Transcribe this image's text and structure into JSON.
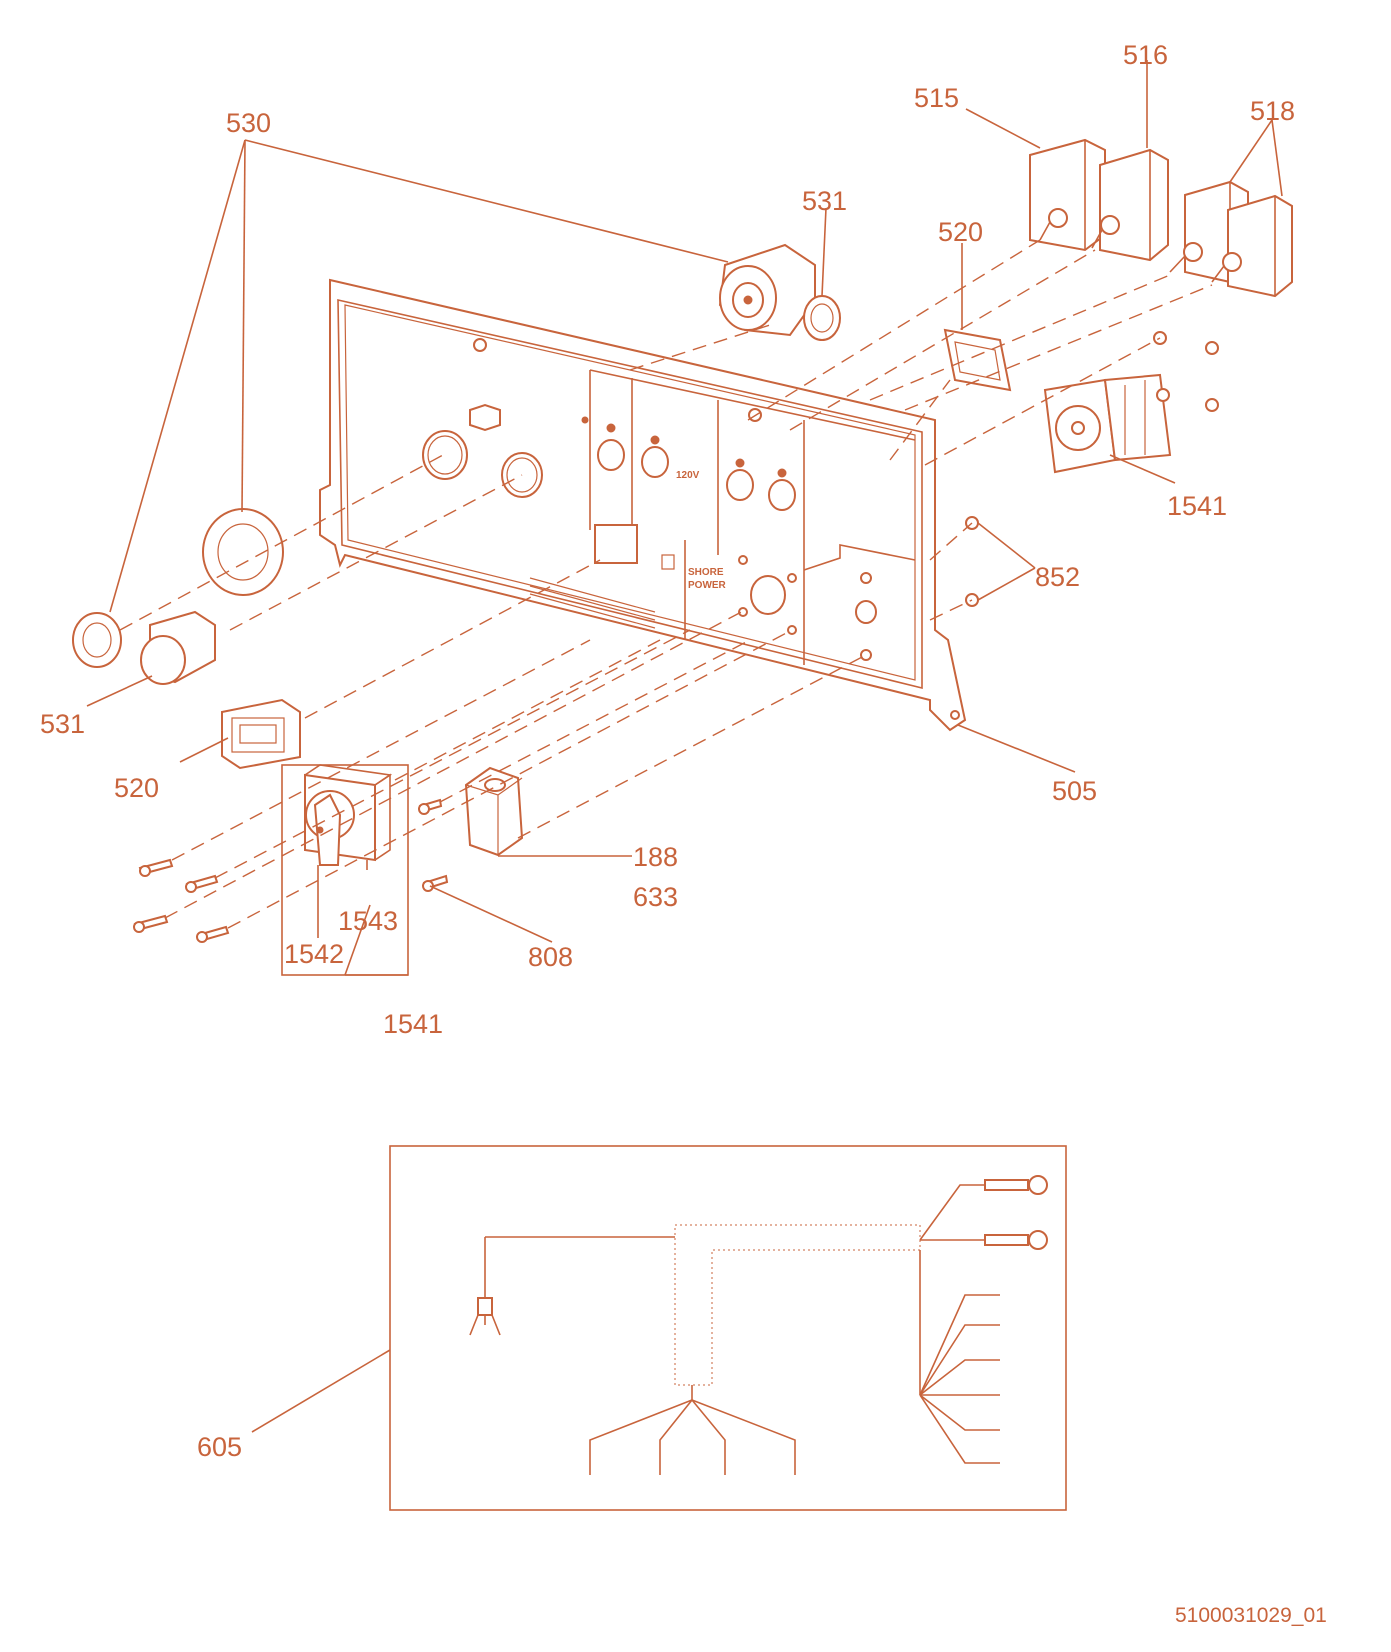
{
  "callouts": {
    "c530": "530",
    "c531_top": "531",
    "c531_left": "531",
    "c515": "515",
    "c516": "516",
    "c518": "518",
    "c520_top": "520",
    "c520_left": "520",
    "c1541_right": "1541",
    "c1541_bottom": "1541",
    "c852": "852",
    "c505": "505",
    "c188": "188",
    "c633": "633",
    "c808": "808",
    "c1542": "1542",
    "c1543": "1543",
    "c605": "605"
  },
  "panel_labels": {
    "voltage": "120V",
    "shore_1": "SHORE",
    "shore_2": "POWER"
  },
  "document_number": "5100031029_01",
  "colors": {
    "line_art": "#c8643c",
    "background": "#ffffff"
  }
}
